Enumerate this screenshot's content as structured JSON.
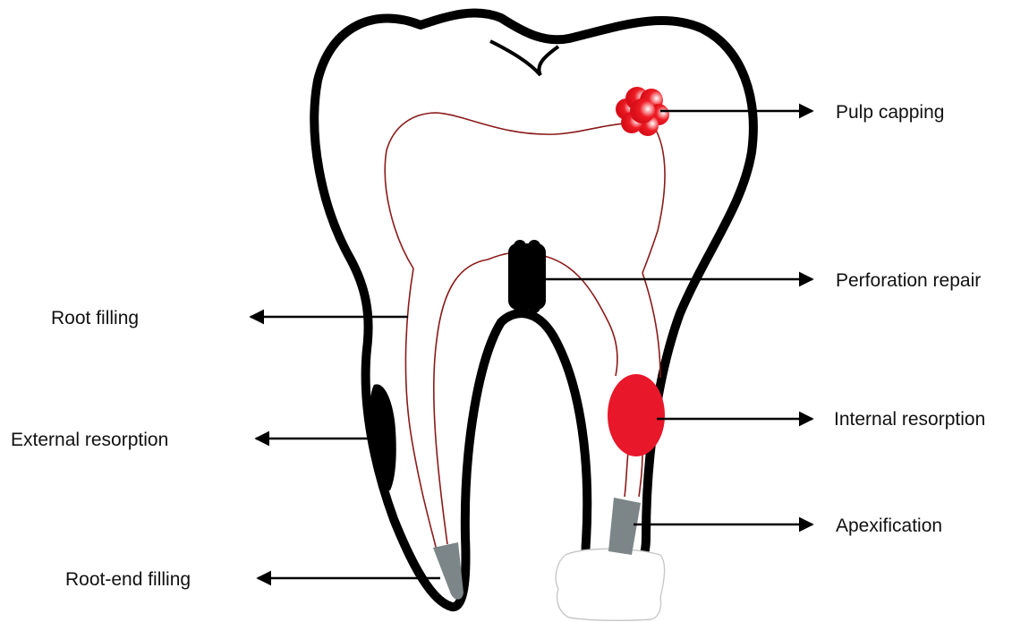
{
  "labels": {
    "pulp_capping": "Pulp capping",
    "perforation_repair": "Perforation repair",
    "root_filling": "Root filling",
    "internal_resorption": "Internal resorption",
    "external_resorption": "External resorption",
    "apexification": "Apexification",
    "root_end_filling": "Root-end filling"
  },
  "colors": {
    "tooth_outline": "#000000",
    "pulp_outline": "#8b1a1a",
    "pulp_capping_material": "#e8101e",
    "perforation_material": "#000000",
    "internal_resorption": "#e8172a",
    "external_resorption": "#000000",
    "filling_material": "#7c8587",
    "apex_barrier": "#ffffff",
    "arrow": "#000000",
    "text": "#111111"
  },
  "icons": {
    "arrow_right": "arrow-right-icon",
    "arrow_left": "arrow-left-icon"
  }
}
